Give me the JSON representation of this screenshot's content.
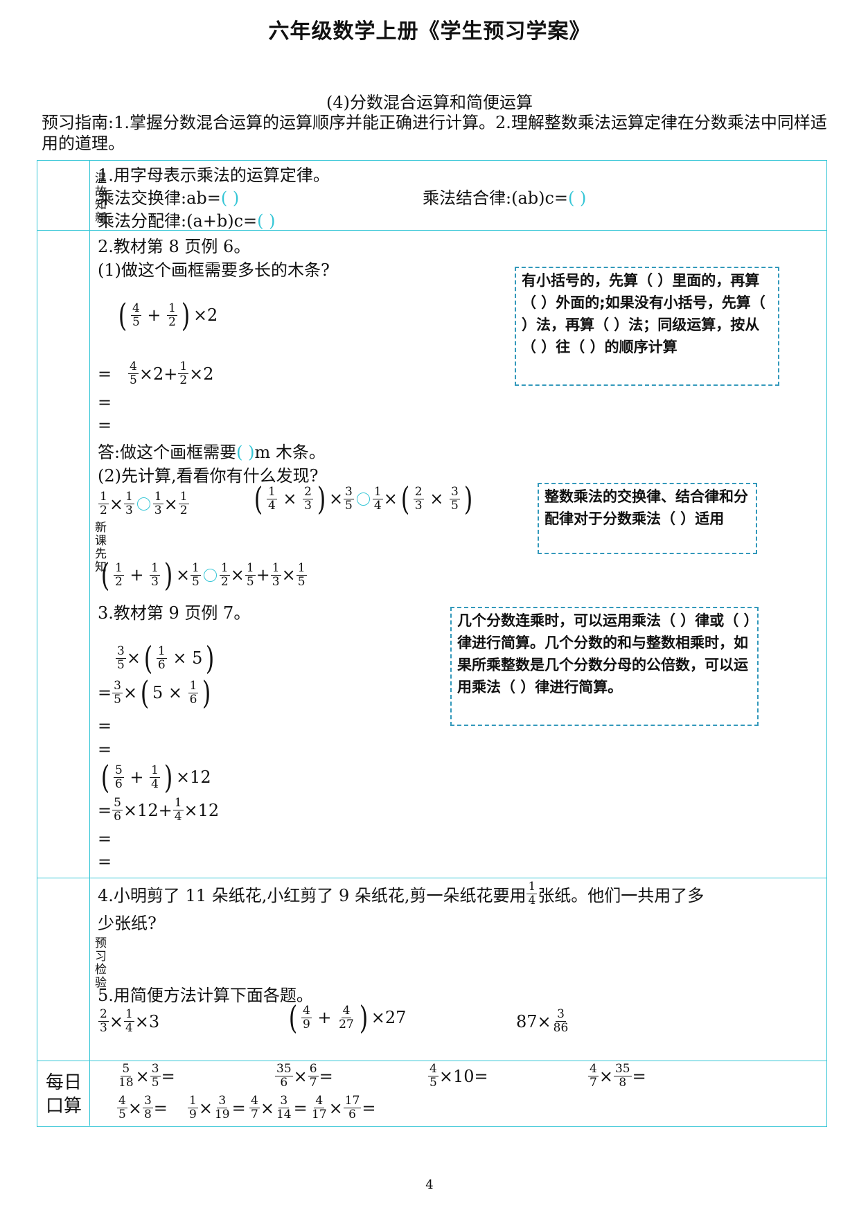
{
  "header": {
    "title": "六年级数学上册《学生预习学案》",
    "subtitle": "(4)分数混合运算和简便运算",
    "guide": "预习指南:1.掌握分数混合运算的运算顺序并能正确进行计算。2.理解整数乘法运算定律在分数乘法中同样适用的道理。"
  },
  "sections": {
    "s1": "温故知新",
    "s2": "新课先知",
    "s3": "预习检验",
    "s4": "每日口算"
  },
  "review": {
    "q1": "1.用字母表示乘法的运算定律。",
    "commutative_label": "乘法交换律:ab=",
    "associative_label": "乘法结合律:(ab)c=",
    "distributive_label": "乘法分配律:(a+b)c=",
    "blank_short": "(      )",
    "blank_long": "(          )"
  },
  "new_lesson": {
    "q2": "2.教材第 8 页例 6。",
    "q2_1": "(1)做这个画框需要多长的木条?",
    "eq": "=",
    "answer_prefix": "答:做这个画框需要",
    "answer_blank": "(       )",
    "answer_suffix": "m 木条。",
    "q2_2": "(2)先计算,看看你有什么发现?",
    "q3": "3.教材第 9 页例 7。",
    "note1": "有小括号的，先算（      ）里面的，再算（      ）外面的;如果没有小括号，先算（    ）法，再算（    ）法；同级运算，按从（    ）往（    ）的顺序计算",
    "note2": "整数乘法的交换律、结合律和分配律对于分数乘法（    ）适用",
    "note3": "几个分数连乘时，可以运用乘法（      ）律或（      ）律进行简算。几个分数的和与整数相乘时，如果所乘整数是几个分数分母的公倍数，可以运用乘法（      ）律进行简算。"
  },
  "check": {
    "q4": "4.小明剪了 11 朵纸花,小红剪了 9 朵纸花,剪一朵纸花要用",
    "q4_tail": "张纸。他们一共用了多",
    "q4_line2": "少张纸?",
    "q5": "5.用简便方法计算下面各题。"
  },
  "page_number": "4"
}
